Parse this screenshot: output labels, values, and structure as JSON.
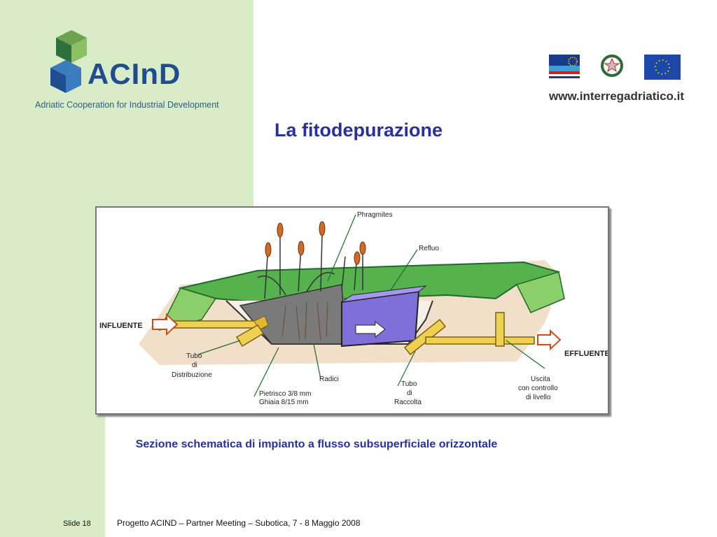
{
  "header": {
    "logo_text": "ACInD",
    "logo_subtitle": "Adriatic Cooperation for Industrial Development",
    "website": "www.interregadriatico.it"
  },
  "title": "La fitodepurazione",
  "figure": {
    "labels": {
      "phragmites": "Phragmites",
      "refluo": "Refluo",
      "influente": "INFLUENTE",
      "effluente": "EFFLUENTE",
      "tubo_distribuzione": [
        "Tubo",
        "di",
        "Distribuzione"
      ],
      "radici": "Radici",
      "pietrisco": [
        "Pietrisco 3/8 mm",
        "Ghiaia 8/15 mm"
      ],
      "tubo_raccolta": [
        "Tubo",
        "di",
        "Raccolta"
      ],
      "uscita": [
        "Uscita",
        "con controllo",
        "di livello"
      ]
    }
  },
  "caption": "Sezione schematica di impianto a flusso subsuperficiale orizzontale",
  "footer": {
    "slide": "Slide 18",
    "text": "Progetto ACIND – Partner Meeting –  Subotica, 7  - 8 Maggio 2008"
  },
  "colors": {
    "title": "#2a2f9a",
    "band": "#d9ecc8",
    "logo": "#1f4d8f"
  }
}
